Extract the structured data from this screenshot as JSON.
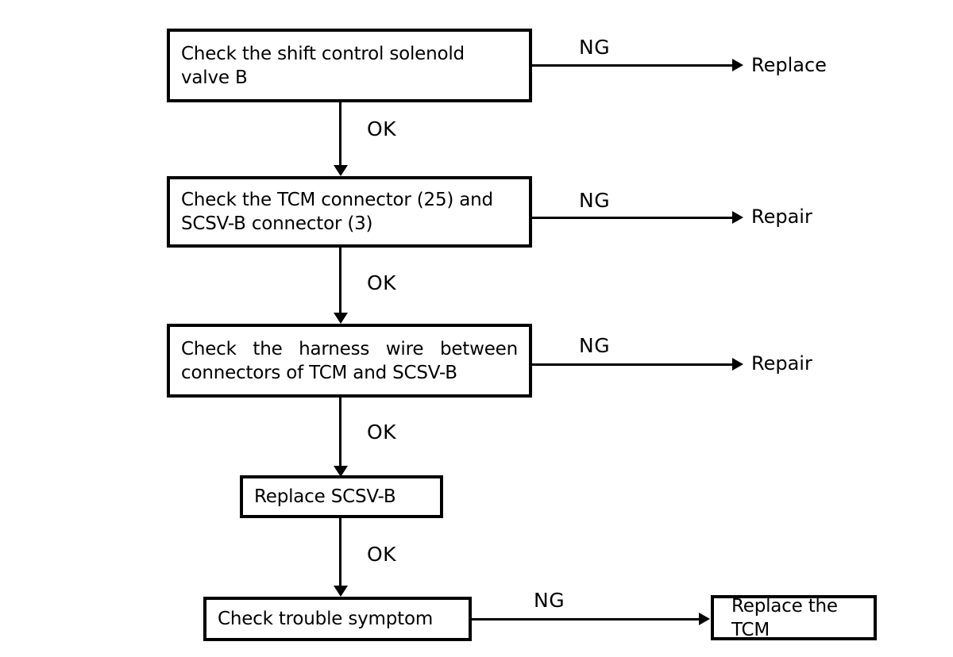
{
  "flowchart": {
    "background_color": "#ffffff",
    "line_color": "#000000",
    "nodes": [
      {
        "id": "check-shift-solenoid",
        "label": "Check the shift control solenold valve B"
      },
      {
        "id": "check-connectors",
        "label": "Check the TCM connector (25) and SCSV-B connector (3)"
      },
      {
        "id": "check-harness",
        "label": "Check the harness wire between connectors of TCM and SCSV-B"
      },
      {
        "id": "replace-scsvb",
        "label": "Replace SCSV-B"
      },
      {
        "id": "check-trouble-symptom",
        "label": "Check trouble symptom"
      },
      {
        "id": "replace-tcm",
        "label": "Replace the TCM"
      }
    ],
    "edge_labels": {
      "ok": "OK",
      "ng": "NG"
    },
    "outcomes": [
      {
        "id": "outcome-replace",
        "label": "Replace"
      },
      {
        "id": "outcome-repair-1",
        "label": "Repair"
      },
      {
        "id": "outcome-repair-2",
        "label": "Repair"
      }
    ],
    "edges": [
      {
        "from": "check-shift-solenoid",
        "to": "outcome-replace",
        "label": "NG"
      },
      {
        "from": "check-shift-solenoid",
        "to": "check-connectors",
        "label": "OK"
      },
      {
        "from": "check-connectors",
        "to": "outcome-repair-1",
        "label": "NG"
      },
      {
        "from": "check-connectors",
        "to": "check-harness",
        "label": "OK"
      },
      {
        "from": "check-harness",
        "to": "outcome-repair-2",
        "label": "NG"
      },
      {
        "from": "check-harness",
        "to": "replace-scsvb",
        "label": "OK"
      },
      {
        "from": "replace-scsvb",
        "to": "check-trouble-symptom",
        "label": "OK"
      },
      {
        "from": "check-trouble-symptom",
        "to": "replace-tcm",
        "label": "NG"
      }
    ]
  }
}
